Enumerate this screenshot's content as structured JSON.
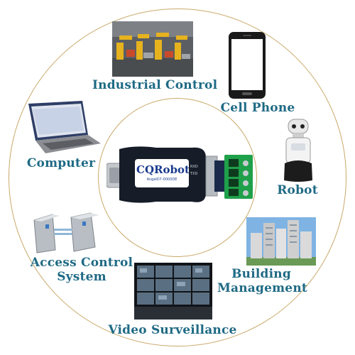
{
  "applications": {
    "industrial_control": "Industrial Control",
    "cell_phone": "Cell Phone",
    "computer": "Computer",
    "robot": "Robot",
    "access_control_line1": "Access Control",
    "access_control_line2": "System",
    "building_line1": "Building",
    "building_line2": "Management",
    "video_surveillance": "Video Surveillance"
  },
  "product": {
    "brand": "CQRobot",
    "model": "AngelD7-0000DE",
    "pin_labels": [
      "RXD",
      "TXD"
    ]
  },
  "colors": {
    "label": "#1f6a85",
    "ring": "#c9a96a",
    "terminal_block": "#1fa04a",
    "adapter_body": "#161c28"
  }
}
